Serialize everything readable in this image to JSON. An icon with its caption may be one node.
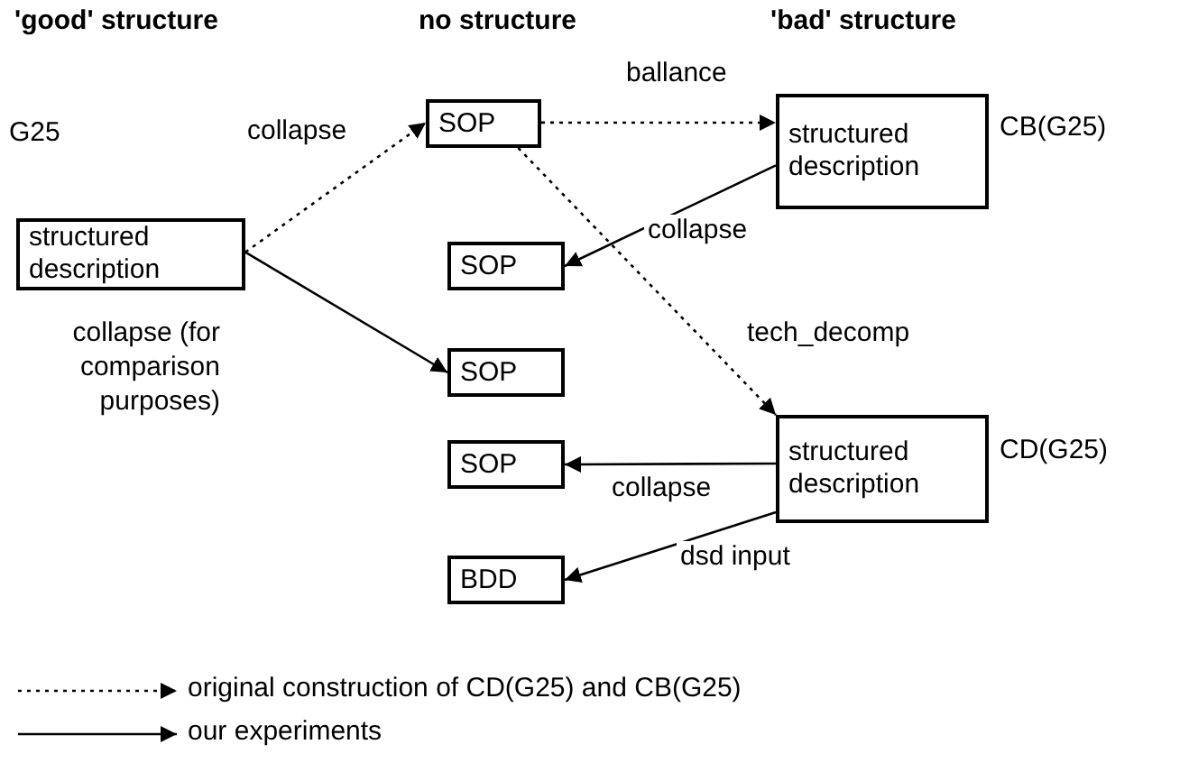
{
  "diagram": {
    "nodes": [
      {
        "text": [
          "structured description"
        ],
        "beside": [
          "G25"
        ]
      },
      {
        "text": [
          "SOP"
        ]
      },
      {
        "text": [
          "structured description"
        ],
        "beside": [
          "CB(G25)"
        ]
      },
      {
        "text": [
          "SOP"
        ]
      },
      {
        "text": [
          "SOP"
        ]
      },
      {
        "text": [
          "SOP"
        ]
      },
      {
        "text": [
          "structured description"
        ],
        "beside": [
          "CD(G25)"
        ]
      },
      {
        "text": [
          "BDD"
        ]
      }
    ],
    "edges": [
      {
        "from": 0,
        "to": 1,
        "arrow": "to",
        "style": "dashed",
        "label": "collapse"
      },
      {
        "from": 1,
        "to": 2,
        "arrow": "to",
        "style": "dashed",
        "label": "ballance"
      },
      {
        "from": 2,
        "to": 3,
        "arrow": "to",
        "label": "collapse"
      },
      {
        "from": 0,
        "to": 4,
        "arrow": "to",
        "label": "collapse (for comparison purposes)"
      },
      {
        "from": 1,
        "to": 6,
        "arrow": "to",
        "style": "dashed",
        "label": "tech_decomp"
      },
      {
        "from": 6,
        "to": 5,
        "arrow": "to",
        "label": "collapse"
      },
      {
        "from": 6,
        "to": 7,
        "arrow": "to",
        "label": "dsd input"
      }
    ],
    "labels": [
      "'good' structure",
      "no structure",
      "'bad' structure"
    ],
    "legend": [
      {
        "text": "original construction of CD(G25) and CB(G25)"
      },
      {
        "text": "our experiments"
      }
    ]
  }
}
